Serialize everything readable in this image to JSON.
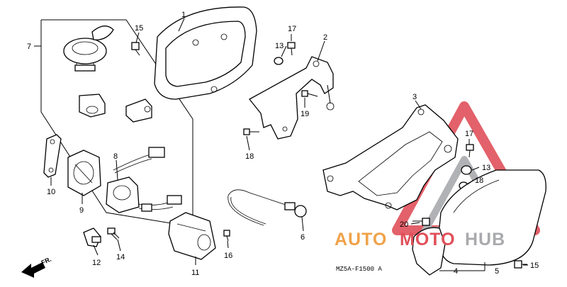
{
  "diagram": {
    "code": "MZ5A-F1500 A",
    "direction_label": "FR.",
    "callouts": [
      "1",
      "2",
      "3",
      "4",
      "5",
      "6",
      "7",
      "8",
      "9",
      "10",
      "11",
      "12",
      "13",
      "13",
      "14",
      "15",
      "15",
      "16",
      "17",
      "17",
      "18",
      "18",
      "19",
      "20"
    ]
  },
  "watermark": {
    "text_part1": "AUTO",
    "text_part2": "MOTO",
    "text_part3": "HUB",
    "color_orange": "#f0a24a",
    "color_red": "#e0505a",
    "color_gray": "#a9aaad"
  }
}
